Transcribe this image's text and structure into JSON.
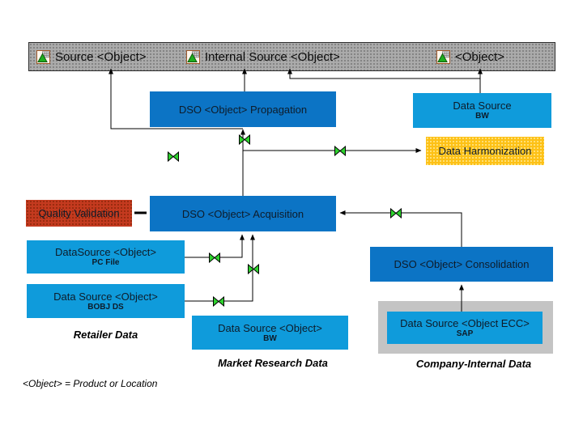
{
  "title_bar": {
    "items": [
      {
        "label": "Source <Object>"
      },
      {
        "label": "Internal Source <Object>"
      },
      {
        "label": "<Object>"
      }
    ]
  },
  "boxes": {
    "propagation": {
      "label": "DSO <Object> Propagation"
    },
    "datasource_bw_top": {
      "label": "Data Source",
      "sublabel": "BW"
    },
    "harmonization": {
      "label": "Data Harmonization"
    },
    "quality_validation": {
      "label": "Quality Validation"
    },
    "acquisition": {
      "label": "DSO <Object> Acquisition"
    },
    "datasource_pcfile": {
      "label": "DataSource <Object>",
      "sublabel": "PC File"
    },
    "datasource_bobj": {
      "label": "Data Source <Object>",
      "sublabel": "BOBJ DS"
    },
    "consolidation": {
      "label": "DSO <Object> Consolidation"
    },
    "datasource_bw_bottom": {
      "label": "Data Source <Object>",
      "sublabel": "BW"
    },
    "datasource_ecc": {
      "label": "Data Source <Object ECC>",
      "sublabel": "SAP"
    }
  },
  "captions": {
    "retailer": "Retailer Data",
    "market": "Market Research Data",
    "company": "Company-Internal Data",
    "footnote": "<Object> = Product or Location"
  },
  "icons": {
    "bar_icon": "master-data-object-icon",
    "connector_icon": "transformation-icon"
  },
  "colors": {
    "dso_blue": "#0c74c5",
    "datasource_blue": "#0f9bdb",
    "harmonization_orange": "#fdc116",
    "validation_red": "#c43a1f",
    "bar_gray": "#ababab",
    "container_gray": "#c4c4c4",
    "transformation_green": "#2ed32e"
  }
}
